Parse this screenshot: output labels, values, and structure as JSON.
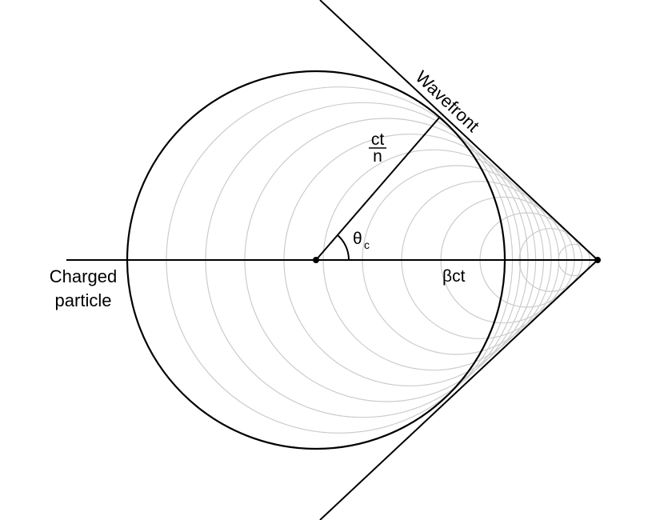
{
  "diagram": {
    "labels": {
      "wavefront": "Wavefront",
      "ct_num": "ct",
      "n_den": "n",
      "theta": "θ",
      "theta_sub": "c",
      "beta_ct": "βct",
      "charged_line1": "Charged",
      "charged_line2": "particle"
    },
    "wavelet_count": 12,
    "colors": {
      "line": "#000000",
      "wavelet": "#cccccc",
      "background": "#ffffff"
    }
  }
}
